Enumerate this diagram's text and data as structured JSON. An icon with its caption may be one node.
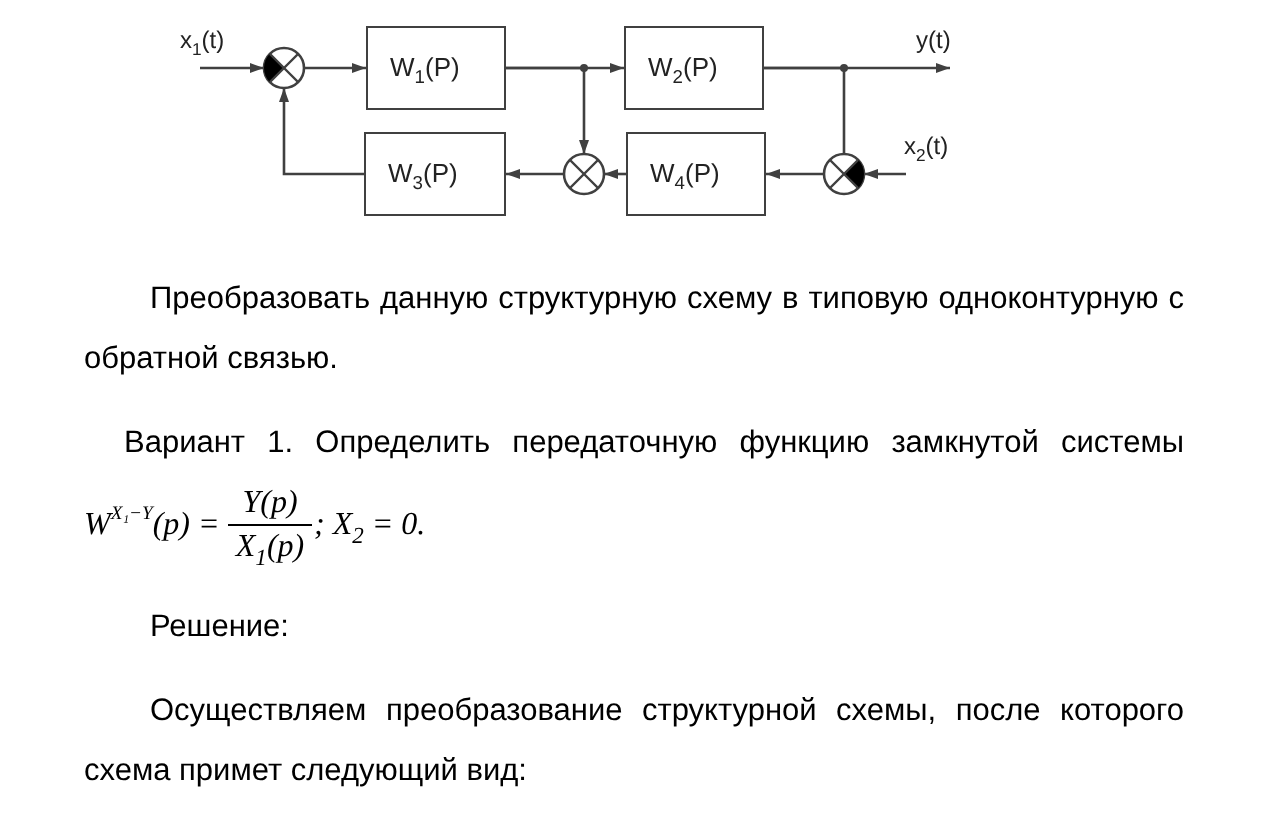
{
  "diagram": {
    "nodes": [
      {
        "text": [
          "x$_{1}$(t)"
        ]
      },
      {
        "text": [],
        "shape": "circle"
      },
      {
        "text": [
          "W$_{1}$(P)"
        ]
      },
      {
        "text": [
          "W$_{2}$(P)"
        ]
      },
      {
        "text": [
          "y(t)"
        ]
      },
      {
        "text": [
          "W$_{3}$(P)"
        ]
      },
      {
        "text": [],
        "shape": "circle"
      },
      {
        "text": [
          "W$_{4}$(P)"
        ]
      },
      {
        "text": [],
        "shape": "circle"
      },
      {
        "text": [
          "x$_{2}$(t)"
        ]
      }
    ],
    "edges": [
      {
        "from": 0,
        "to": 1,
        "arrow": "to"
      },
      {
        "from": 1,
        "to": 2,
        "arrow": "to"
      },
      {
        "from": 2,
        "to": 3,
        "arrow": "to"
      },
      {
        "from": 2,
        "to": 6,
        "arrow": "to"
      },
      {
        "from": 3,
        "to": 4,
        "arrow": "to"
      },
      {
        "from": 3,
        "to": 8,
        "arrow": "none"
      },
      {
        "from": 9,
        "to": 8,
        "arrow": "to"
      },
      {
        "from": 8,
        "to": 7,
        "arrow": "to"
      },
      {
        "from": 7,
        "to": 6,
        "arrow": "to"
      },
      {
        "from": 6,
        "to": 5,
        "arrow": "to"
      },
      {
        "from": 5,
        "to": 1,
        "arrow": "to"
      }
    ],
    "labels": [
      "Преобразовать данную структурную схему в типовую одноконтурную с обратной связью.",
      "Вариант 1. Определить передаточную функцию замкнутой системы",
      "W$^{X₁−Y}$(p) =",
      "Y(p)",
      "X$_{1}$(p)",
      "; X$_{2}$ = 0.",
      "Решение:",
      "Осуществляем преобразование структурной схемы, после которого схема примет следующий вид:"
    ]
  }
}
